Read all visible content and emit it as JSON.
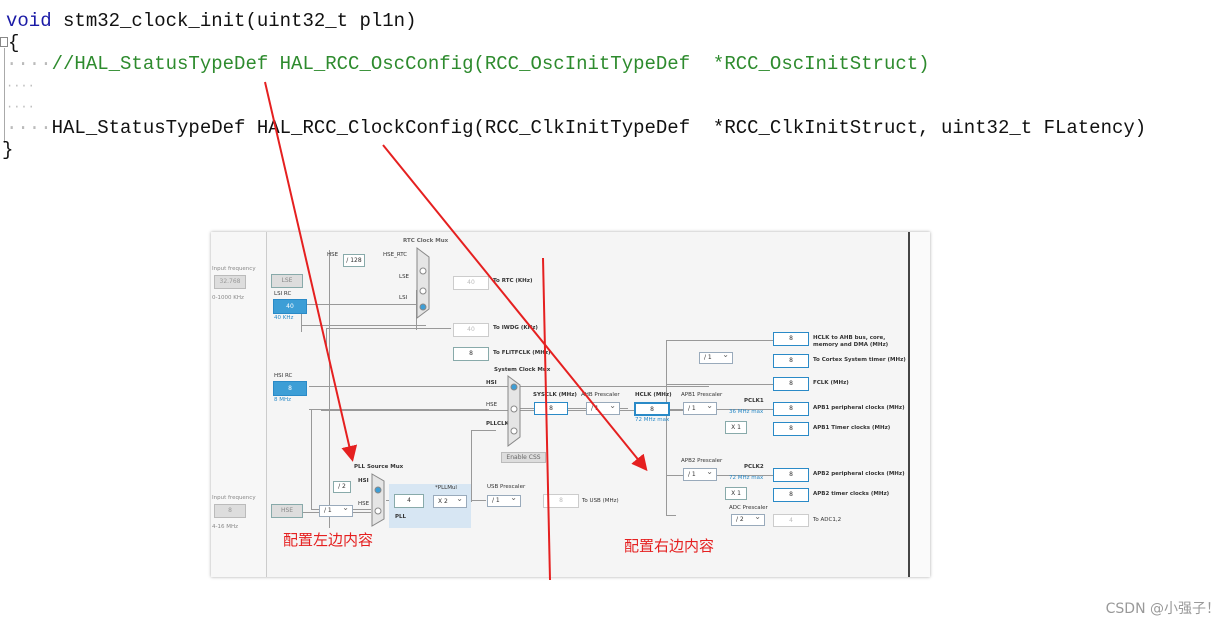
{
  "code": {
    "line1": {
      "keyword": "void",
      "rest": " stm32_clock_init(uint32_t pl1n)"
    },
    "line2": "{",
    "line3": "//HAL_StatusTypeDef HAL_RCC_OscConfig(RCC_OscInitTypeDef  *RCC_OscInitStruct)",
    "line6": "HAL_StatusTypeDef HAL_RCC_ClockConfig(RCC_ClkInitTypeDef  *RCC_ClkInitStruct, uint32_t FLatency)",
    "line7": "}"
  },
  "clock_config": {
    "input_freq_label": "Input frequency",
    "lse_input": "32.768",
    "lse_range": "0-1000 KHz",
    "lse_label": "LSE",
    "lsi_rc_label": "LSI RC",
    "lsi_value": "40",
    "lsi_khz": "40 KHz",
    "hsi_rc_label": "HSI RC",
    "hsi_value": "8",
    "hsi_mhz": "8 MHz",
    "hse_input_label": "Input frequency",
    "hse_input": "8",
    "hse_range": "4-16 MHz",
    "hse_label": "HSE",
    "rtc_mux_title": "RTC Clock Mux",
    "hse_tag": "HSE",
    "div128": "/ 128",
    "hse_rtc": "HSE_RTC",
    "lse_tag": "LSE",
    "lsi_tag": "LSI",
    "rtc_value": "40",
    "to_rtc": "To RTC (KHz)",
    "iwdg_value": "40",
    "to_iwdg": "To IWDG (KHz)",
    "flit_value": "8",
    "to_flit": "To FLITFCLK (MHz)",
    "sys_mux_title": "System Clock Mux",
    "hsi_tag": "HSI",
    "hse_tag2": "HSE",
    "pllclk_tag": "PLLCLK",
    "enable_css": "Enable CSS",
    "sysclk_label": "SYSCLK (MHz)",
    "sysclk_value": "8",
    "ahb_label": "AHB Prescaler",
    "ahb_value": "/ 1",
    "hclk_label": "HCLK (MHz)",
    "hclk_value": "8",
    "hclk_max": "72 MHz max",
    "apb1_label": "APB1 Prescaler",
    "apb1_value": "/ 1",
    "pclk1": "PCLK1",
    "pclk1_max": "36 MHz max",
    "x1_a": "X 1",
    "apb2_label": "APB2 Prescaler",
    "apb2_value": "/ 1",
    "pclk2": "PCLK2",
    "pclk2_max": "72 MHz max",
    "x1_b": "X 1",
    "adc_label": "ADC Prescaler",
    "adc_value": "/ 2",
    "adc_out": "4",
    "to_adc": "To ADC1,2",
    "cortex_div": "/ 1",
    "outputs": [
      {
        "value": "8",
        "label": "HCLK to AHB bus, core,"
      },
      {
        "value": "8",
        "label": "To Cortex System timer (MHz)"
      },
      {
        "value": "8",
        "label": "FCLK (MHz)"
      },
      {
        "value": "8",
        "label": "APB1 peripheral clocks (MHz)"
      },
      {
        "value": "8",
        "label": "APB1 Timer clocks (MHz)"
      },
      {
        "value": "8",
        "label": "APB2 peripheral clocks (MHz)"
      },
      {
        "value": "8",
        "label": "APB2 timer clocks (MHz)"
      }
    ],
    "hclk_line2": "memory and DMA (MHz)",
    "pll_mux_title": "PLL Source Mux",
    "pll_hsi": "HSI",
    "pll_hse": "HSE",
    "div2": "/ 2",
    "hse_div": "/ 1",
    "pll_value": "4",
    "pllmul_label": "*PLLMul",
    "pllmul_value": "X 2",
    "pll_label": "PLL",
    "usb_label": "USB Prescaler",
    "usb_value": "/ 1",
    "usb_out": "8",
    "to_usb": "To USB (MHz)"
  },
  "annotations": {
    "left": "配置左边内容",
    "right": "配置右边内容"
  },
  "watermark": "CSDN @小强子！",
  "colors": {
    "annotation_red": "#e52020",
    "code_keyword": "#1a1aa6",
    "code_comment": "#2e8b2e",
    "selected_blue": "#3d9ed6"
  }
}
